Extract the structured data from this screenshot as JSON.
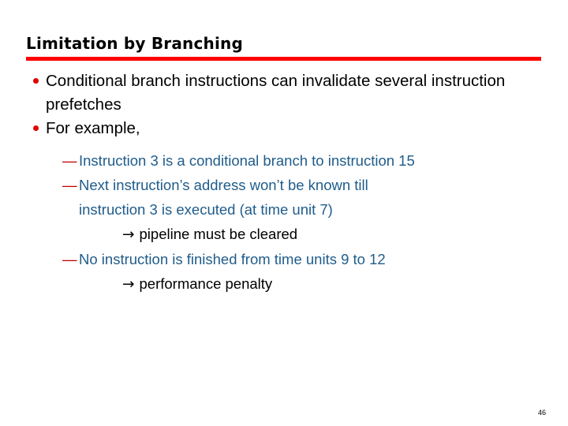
{
  "slide": {
    "title": "Limitation by Branching",
    "accent_color": "#FF0000",
    "bullet_color": "#E10000",
    "dash_color": "#C00000",
    "subtext_color": "#1F5C8B",
    "text_color": "#000000",
    "background_color": "#FFFFFF",
    "page_number": "46"
  },
  "bullets": [
    {
      "marker": "bullet-dot",
      "text": "Conditional branch instructions can invalidate several instruction prefetches"
    },
    {
      "marker": "bullet-dot",
      "text": "For example,"
    }
  ],
  "sub_items": [
    {
      "marker": "em-dash",
      "text": "Instruction 3 is a conditional branch to instruction 15"
    },
    {
      "marker": "em-dash",
      "text": "Next instruction’s address won’t be known till",
      "continuation": "instruction 3 is executed (at time unit 7)"
    },
    {
      "marker": "arrow",
      "glyph": "→",
      "text": "pipeline must be cleared"
    },
    {
      "marker": "em-dash",
      "text": "No instruction is finished from time units 9 to 12"
    },
    {
      "marker": "arrow",
      "glyph": "→",
      "text": "performance penalty"
    }
  ],
  "markers": {
    "em_dash": "—",
    "arrow": "→"
  }
}
